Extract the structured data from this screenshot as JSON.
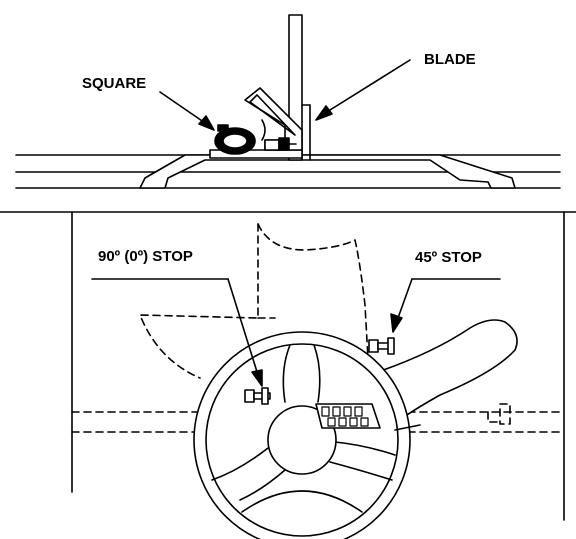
{
  "labels": {
    "square": "SQUARE",
    "blade": "BLADE",
    "stop_90": "90º (0º) STOP",
    "stop_45": "45º STOP"
  },
  "colors": {
    "ink": "#000000",
    "paper": "#ffffff"
  }
}
